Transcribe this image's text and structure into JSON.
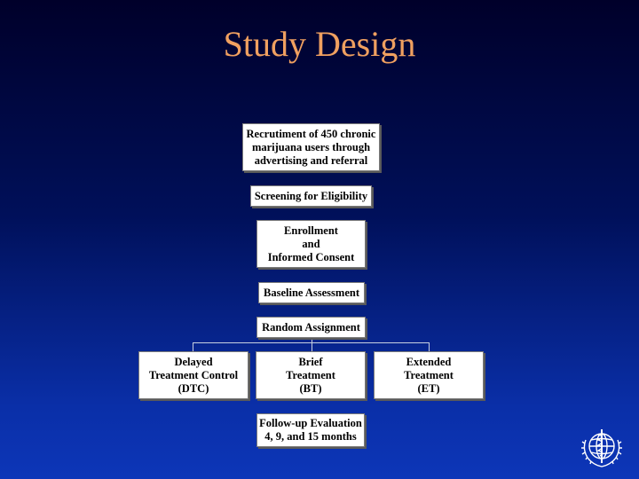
{
  "slide": {
    "title": "Study Design"
  },
  "flowchart": {
    "recruitment": [
      "Recrutiment of 450 chronic",
      "marijuana users through",
      "advertising and referral"
    ],
    "screening": [
      "Screening for Eligibility"
    ],
    "enrollment": [
      "Enrollment",
      "and",
      "Informed Consent"
    ],
    "baseline": [
      "Baseline Assessment"
    ],
    "random": [
      "Random Assignment"
    ],
    "dtc": [
      "Delayed",
      "Treatment Control",
      "(DTC)"
    ],
    "bt": [
      "Brief",
      "Treatment",
      "(BT)"
    ],
    "et": [
      "Extended",
      "Treatment",
      "(ET)"
    ],
    "followup": [
      "Follow-up Evaluation",
      "4, 9, and 15 months"
    ]
  },
  "logo": {
    "icon": "who-emblem-icon"
  }
}
